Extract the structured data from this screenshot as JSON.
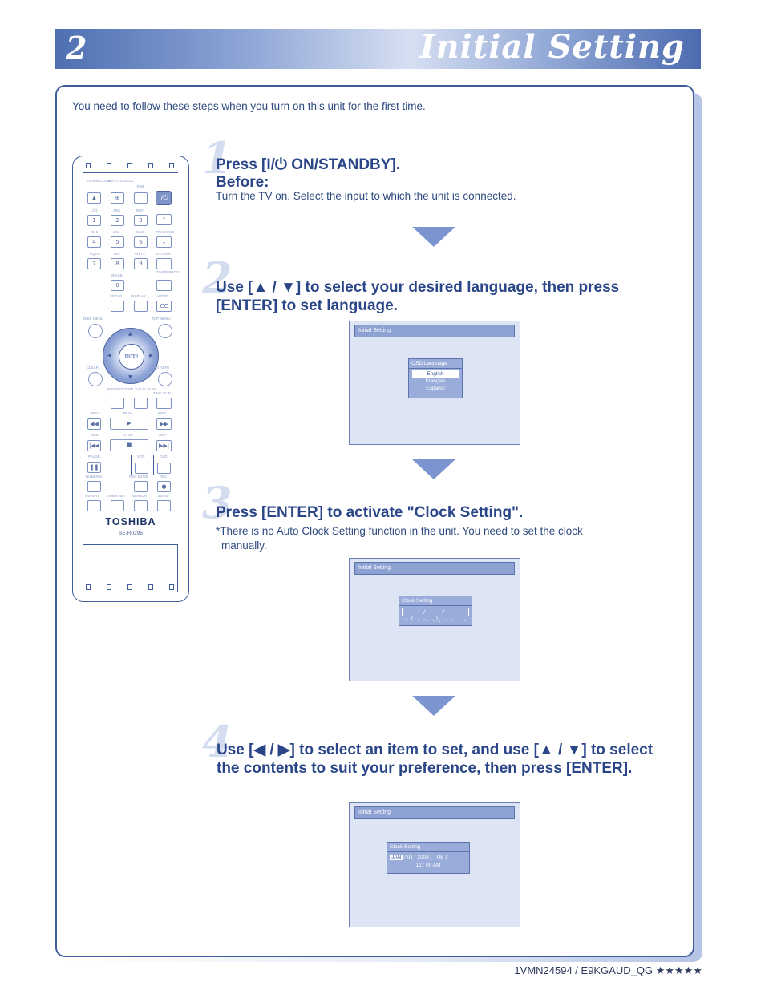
{
  "header": {
    "number": "2",
    "title": "Initial Setting"
  },
  "intro": "You need to follow these steps when you turn on this unit for the first time.",
  "remote": {
    "brand": "TOSHIBA",
    "model": "SE-R0295",
    "power_label": "I/⏻",
    "labels": {
      "open_close": "OPEN/ CLOSE",
      "input_select": "INPUT SELECT",
      "hdmi": "HDMI",
      "r1a": ".@/:",
      "r1b": "ABC",
      "r1c": "DEF",
      "r2a": "GHI",
      "r2b": "JKL",
      "r2c": "MNO",
      "r2d": "TRACKING",
      "r3a": "PQRS",
      "r3b": "TUV",
      "r3c": "WXYZ",
      "r3d": "SAT.LINK",
      "space": "SPACE",
      "timer": "TIMER PROG.",
      "setup": "SETUP",
      "display": "DISPLAY",
      "audio": "AUDIO",
      "disc_menu": "DISC MENU",
      "top_menu": "TOP MENU",
      "clear": "CLEAR",
      "return": "RETURN",
      "enter": "ENTER",
      "instant_skip": "INSTANT SKIP",
      "play_speed": "1.3x/0.8x PLAY",
      "time_slip": "TIME SLIP",
      "rev": "REV",
      "play": "PLAY",
      "fwd": "FWD",
      "skip_l": "SKIP",
      "stop": "STOP",
      "skip_r": "SKIP",
      "pause": "PAUSE",
      "vcr": "VCR",
      "dvd": "DVD",
      "dubbing": "DUBBING",
      "rec_mode": "REC MODE",
      "rec": "REC",
      "repeat": "REPEAT",
      "timer_set": "TIMER SET",
      "search": "SEARCH",
      "zoom": "ZOOM"
    },
    "keys": [
      "1",
      "2",
      "3",
      "4",
      "5",
      "6",
      "7",
      "8",
      "9",
      "0"
    ]
  },
  "steps": [
    {
      "num": "1",
      "title": "Press [I/⏻ ON/STANDBY].",
      "subtitle": "Before:",
      "text": "Turn the TV on. Select the input to which the unit is connected."
    },
    {
      "num": "2",
      "title_line1": "Use [▲ / ▼] to select your desired language, then press",
      "title_line2": "[ENTER] to set language."
    },
    {
      "num": "3",
      "title": "Press [ENTER] to activate \"Clock Setting\".",
      "text_line1": "*There is no Auto Clock Setting function in the unit. You need to set the clock",
      "text_line2": "manually."
    },
    {
      "num": "4",
      "title_line1": "Use [◀ / ▶] to select an item to set, and use [▲ / ▼] to select",
      "title_line2": "the contents to suit your preference, then press [ENTER]."
    }
  ],
  "screens": {
    "header_label": "Initial Setting",
    "osd": {
      "title": "OSD Language",
      "options": [
        "English",
        "Français",
        "Español"
      ],
      "selected": "English"
    },
    "clock_blank": {
      "title": "Clock Setting",
      "line1": "- - - / - - / - - - -  ( - - - )",
      "line2": "- - : - - - -"
    },
    "clock_set": {
      "title": "Clock Setting",
      "month": "JAN",
      "line1_rest": "/ 01 / 2008 ( TUE )",
      "line2": "12 : 00 AM"
    }
  },
  "footer": "1VMN24594 / E9KGAUD_QG ★★★★★"
}
